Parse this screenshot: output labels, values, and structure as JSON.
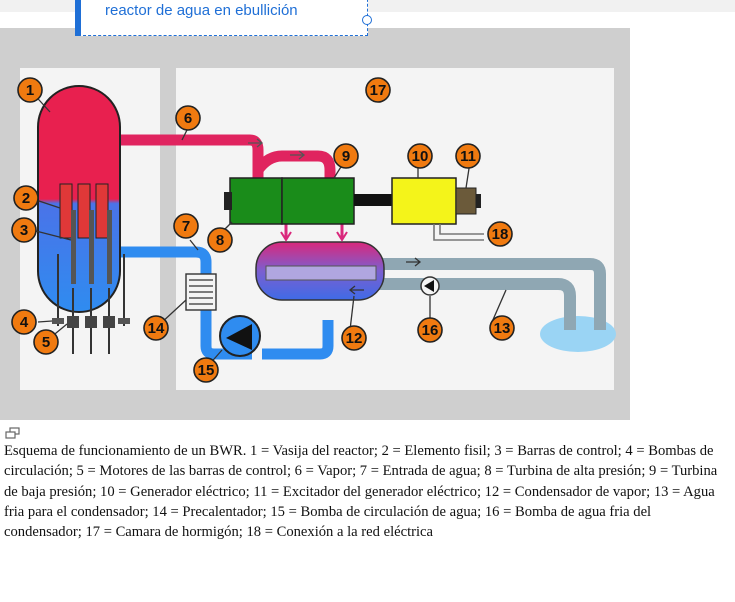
{
  "link": {
    "text": "reactor de agua en ebullición"
  },
  "diagram": {
    "numbers": [
      "1",
      "2",
      "3",
      "4",
      "5",
      "6",
      "7",
      "8",
      "9",
      "10",
      "11",
      "12",
      "13",
      "14",
      "15",
      "16",
      "17",
      "18"
    ]
  },
  "caption": {
    "text": "Esquema de funcionamiento de un BWR. 1 = Vasija del reactor; 2 = Elemento fisil; 3 = Barras de control; 4 = Bombas de circulación; 5 = Motores de las barras de control; 6 = Vapor; 7 = Entrada de agua; 8 = Turbina de alta presión; 9 = Turbina de baja presión; 10 = Generador eléctrico; 11 = Excitador del generador eléctrico; 12 = Condensador de vapor; 13 = Agua fria para el condensador; 14 = Precalentador; 15 = Bomba de circulación de agua; 16 = Bomba de agua fria del condensador; 17 = Camara de hormigón; 18 = Conexión a la red eléctrica"
  },
  "icons": {
    "expand": "expand-icon"
  }
}
